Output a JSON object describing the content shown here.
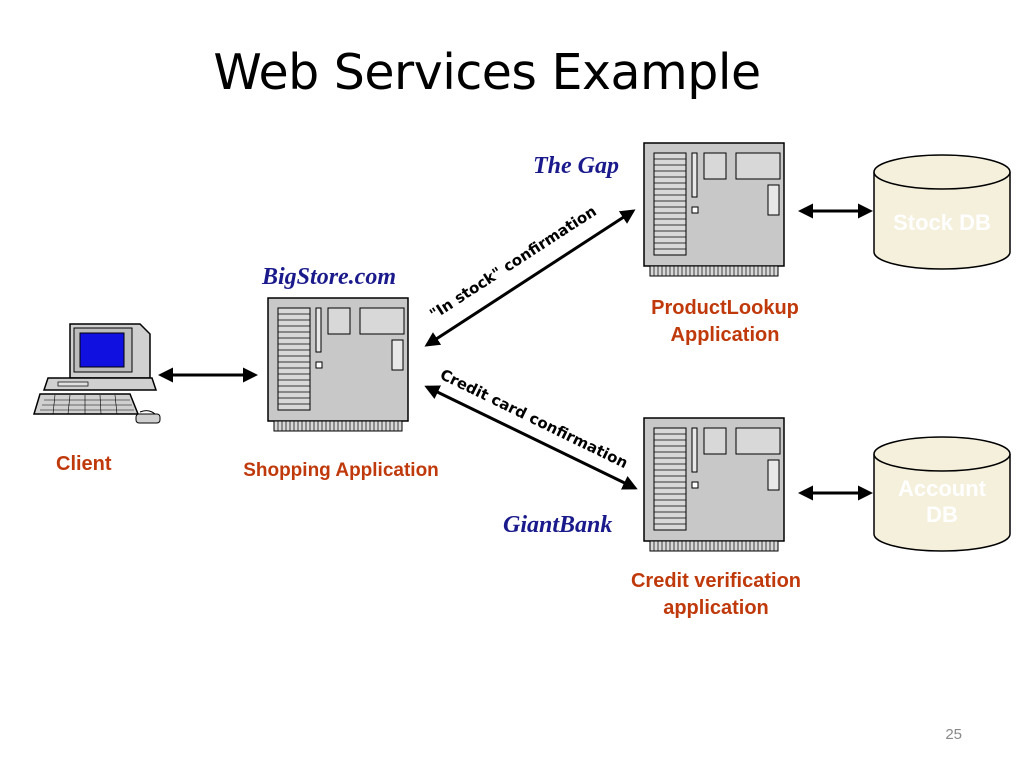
{
  "slide": {
    "title": "Web Services Example",
    "page_number": "25"
  },
  "nodes": {
    "client": {
      "label": "Client"
    },
    "bigstore": {
      "company": "BigStore.com",
      "app": "Shopping Application"
    },
    "gap": {
      "company": "The Gap",
      "app_line1": "ProductLookup",
      "app_line2": "Application"
    },
    "bank": {
      "company": "GiantBank",
      "app_line1": "Credit verification",
      "app_line2": "application"
    },
    "stock_db": {
      "label": "Stock DB"
    },
    "account_db": {
      "label_line1": "Account",
      "label_line2": "DB"
    }
  },
  "edges": {
    "stock_confirmation": "\"In stock\" confirmation",
    "credit_confirmation": "Credit card confirmation"
  },
  "colors": {
    "company_label": "#1a1a8c",
    "app_label": "#c0390b",
    "server_fill": "#c8c8c8",
    "db_fill": "#f5f0dc",
    "screen": "#1010e0"
  }
}
